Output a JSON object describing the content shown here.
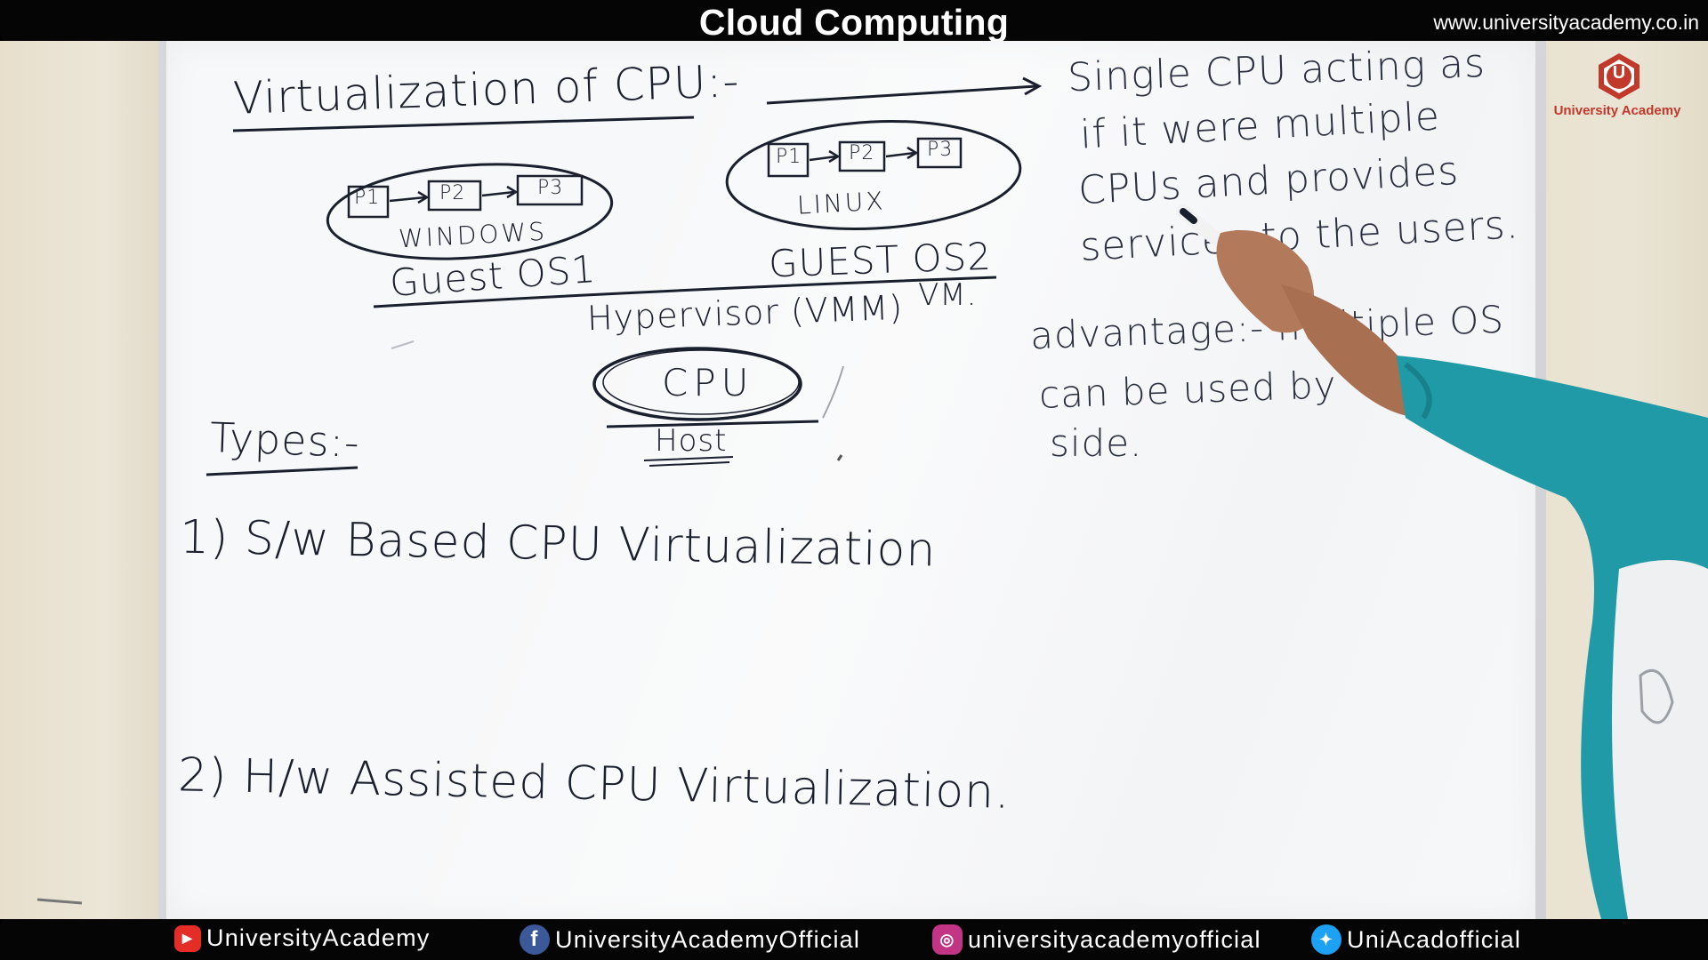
{
  "banner": {
    "title": "Cloud Computing",
    "url": "www.universityacademy.co.in"
  },
  "logo": {
    "letter": "U",
    "name": "University Academy"
  },
  "board": {
    "heading": "Virtualization of CPU:-",
    "definition": [
      "Single CPU acting as",
      "if it were multiple",
      "CPUs and provides",
      "services to the users."
    ],
    "guest1": {
      "processes": [
        "P1",
        "P2",
        "P3"
      ],
      "os": "WINDOWS",
      "label": "Guest OS1"
    },
    "guest2": {
      "processes": [
        "P1",
        "P2",
        "P3"
      ],
      "os": "LINUX",
      "label": "GUEST OS2"
    },
    "hypervisor": "Hypervisor (VMM)",
    "vm": "VM.",
    "cpu": "CPU",
    "host": "Host",
    "advantage": [
      "advantage:- multiple OS",
      "can be used by",
      "side."
    ],
    "types_heading": "Types:-",
    "type1": "1) S/w Based CPU Virtualization",
    "type2": "2) H/w Assisted CPU Virtualization."
  },
  "social": [
    {
      "icon": "youtube-icon",
      "handle": "UniversityAcademy",
      "color": "#e52d27"
    },
    {
      "icon": "facebook-icon",
      "handle": "UniversityAcademyOfficial",
      "color": "#3b5998"
    },
    {
      "icon": "instagram-icon",
      "handle": "universityacademyofficial",
      "color": "#c13584"
    },
    {
      "icon": "twitter-icon",
      "handle": "UniAcadofficial",
      "color": "#1da1f2"
    }
  ]
}
